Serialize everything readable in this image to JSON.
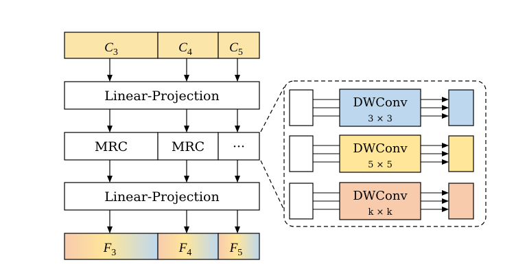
{
  "inputs": [
    {
      "base": "C",
      "sub": "3"
    },
    {
      "base": "C",
      "sub": "4"
    },
    {
      "base": "C",
      "sub": "5"
    }
  ],
  "linear_projection_top": "Linear-Projection",
  "mrc_row": [
    "MRC",
    "MRC",
    "···"
  ],
  "linear_projection_bottom": "Linear-Projection",
  "outputs": [
    {
      "base": "F",
      "sub": "3"
    },
    {
      "base": "F",
      "sub": "4"
    },
    {
      "base": "F",
      "sub": "5"
    }
  ],
  "branches": [
    {
      "title": "DWConv",
      "kernel": "3 × 3",
      "color": "#bdd7ee"
    },
    {
      "title": "DWConv",
      "kernel": "5 × 5",
      "color": "#ffe699"
    },
    {
      "title": "DWConv",
      "kernel": "k × k",
      "color": "#f8cbad"
    }
  ],
  "colors": {
    "input_fill": "#fbe5a8",
    "gradient_start": "#f8cbad",
    "gradient_mid": "#ffe699",
    "gradient_end": "#bdd7ee"
  }
}
